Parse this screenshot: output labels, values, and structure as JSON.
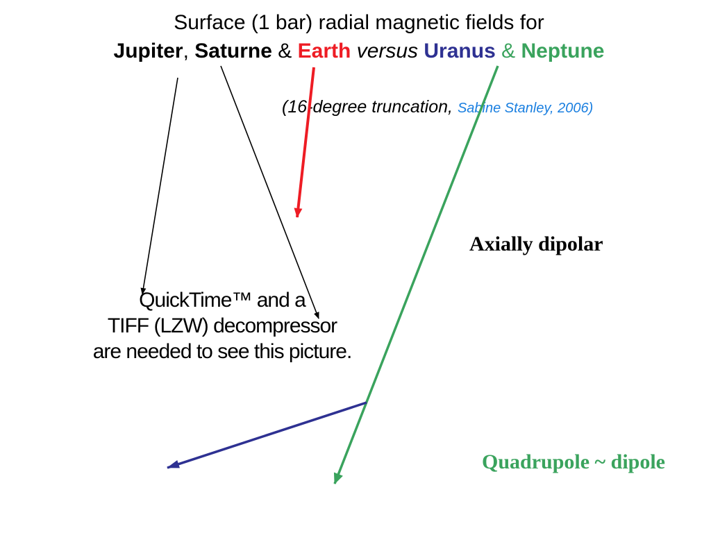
{
  "title": {
    "line1": "Surface (1 bar) radial magnetic fields for",
    "jupiter": "Jupiter",
    "comma": ",",
    "saturne": "Saturne",
    "amp1": "&",
    "earth": "Earth",
    "versus": "versus",
    "uranus": "Uranus",
    "amp2": "&",
    "neptune": "Neptune"
  },
  "subtitle": {
    "open_paren": "(",
    "truncation": "16-degree truncation,",
    "citation": "Sabine Stanley, 2006)"
  },
  "placeholder": {
    "line1": "QuickTime™ and a",
    "line2": "TIFF (LZW) decompressor",
    "line3": "are needed to see this picture."
  },
  "labels": {
    "axial": "Axially dipolar",
    "quadrupole": "Quadrupole ~ dipole"
  },
  "colors": {
    "text": "#000000",
    "earth": "#ee1c24",
    "uranus": "#2e3192",
    "neptune": "#3aa35d",
    "citation": "#1a7fe0",
    "black_arrow": "#000000"
  }
}
